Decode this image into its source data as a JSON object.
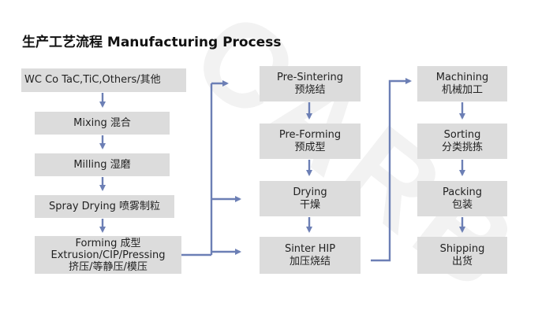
{
  "title": "生产工艺流程  Manufacturing Process",
  "watermark": "CARB",
  "colors": {
    "box": "#dcdcdc",
    "arrow": "#6c7fb5",
    "text": "#222222"
  },
  "column1": {
    "materials": "WC   Co   TaC,TiC,Others/其他",
    "mixing": "Mixing 混合",
    "milling": "Milling 湿磨",
    "spray_drying": "Spray Drying 喷雾制粒",
    "forming": [
      "Forming 成型",
      "Extrusion/CIP/Pressing",
      "挤压/等静压/模压"
    ]
  },
  "column2": {
    "pre_sintering": [
      "Pre-Sintering",
      "预烧结"
    ],
    "pre_forming": [
      "Pre-Forming",
      "预成型"
    ],
    "drying": [
      "Drying",
      "干燥"
    ],
    "sinter_hip": [
      "Sinter HIP",
      "加压烧结"
    ]
  },
  "column3": {
    "machining": [
      "Machining",
      "机械加工"
    ],
    "sorting": [
      "Sorting",
      "分类挑拣"
    ],
    "packing": [
      "Packing",
      "包装"
    ],
    "shipping": [
      "Shipping",
      "出货"
    ]
  }
}
